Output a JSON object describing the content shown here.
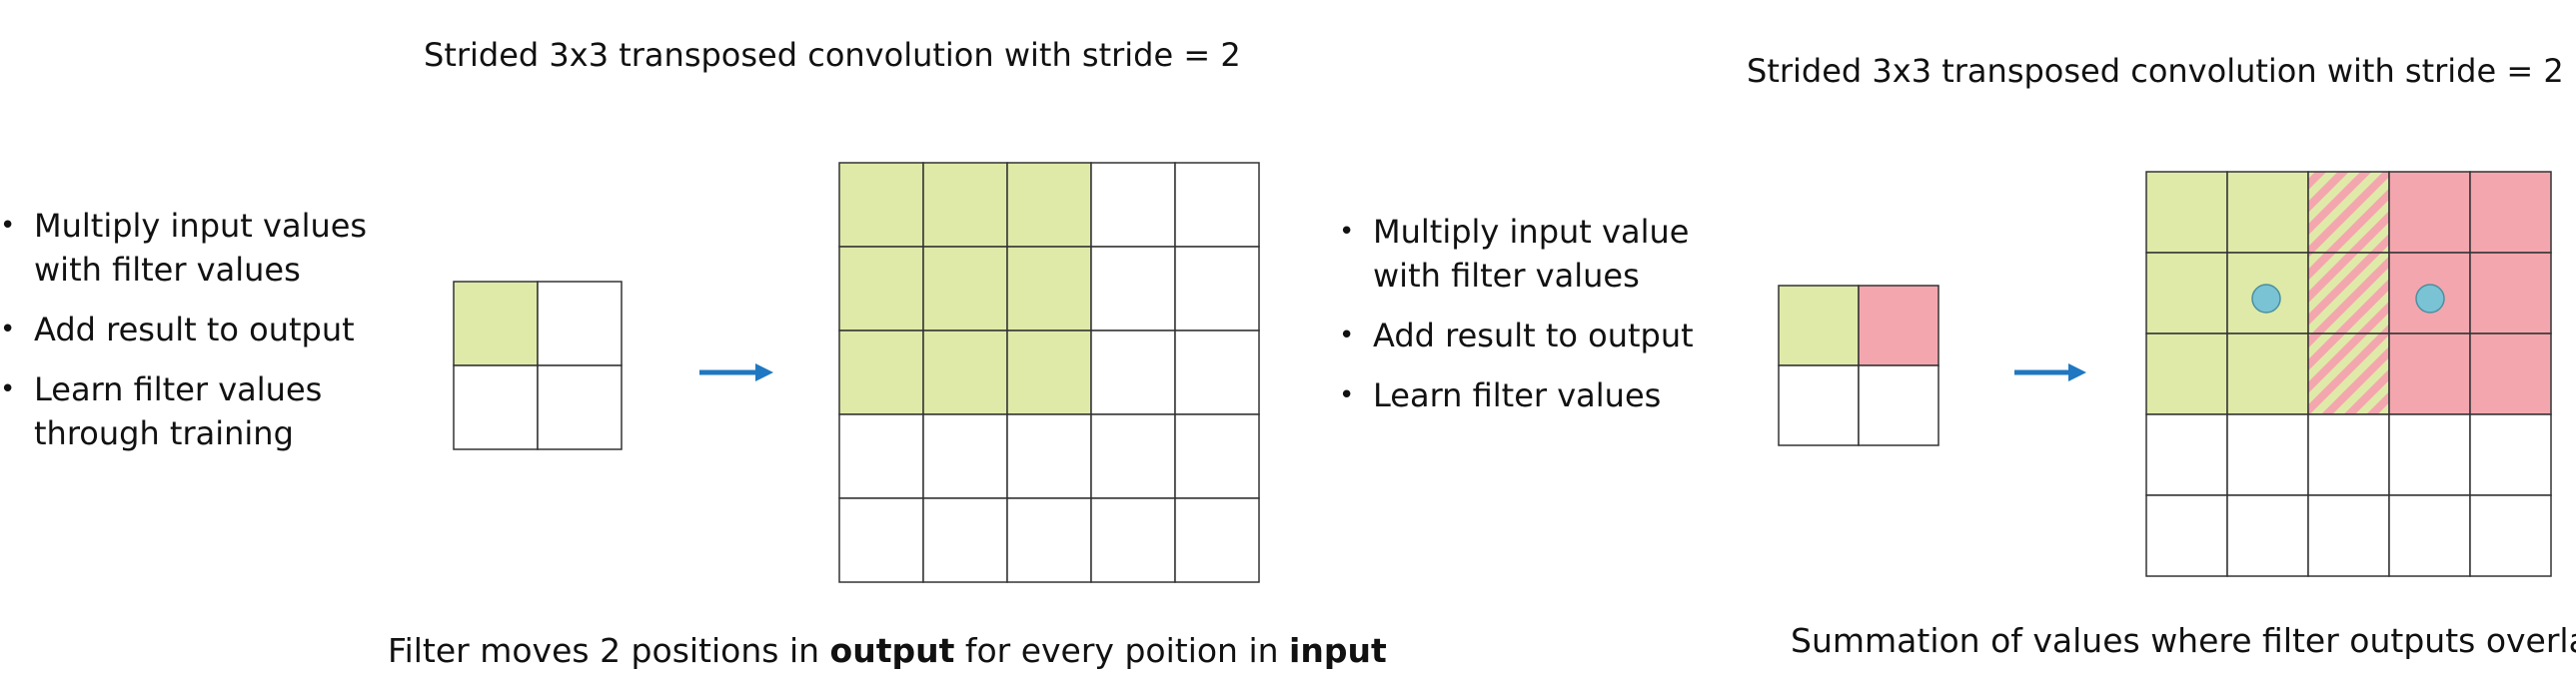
{
  "left": {
    "title": "Strided 3x3 transposed convolution with stride = 2",
    "bullets": [
      "Multiply input values with filter values",
      "Add result to output",
      "Learn filter values through training"
    ],
    "caption": {
      "part1": "Filter moves 2 positions in ",
      "bold1": "output",
      "part2": " for every poition in ",
      "bold2": "input"
    }
  },
  "right": {
    "title": "Strided 3x3 transposed convolution with stride = 2",
    "bullets": [
      "Multiply input value with filter values",
      "Add result to output",
      "Learn filter values"
    ],
    "caption": "Summation of values where filter outputs overlap"
  },
  "colors": {
    "green": "#dfeaa8",
    "pink": "#f4a6ae",
    "arrow": "#1f78c1",
    "dot": "#79c3d4",
    "grid_line": "#333333"
  }
}
